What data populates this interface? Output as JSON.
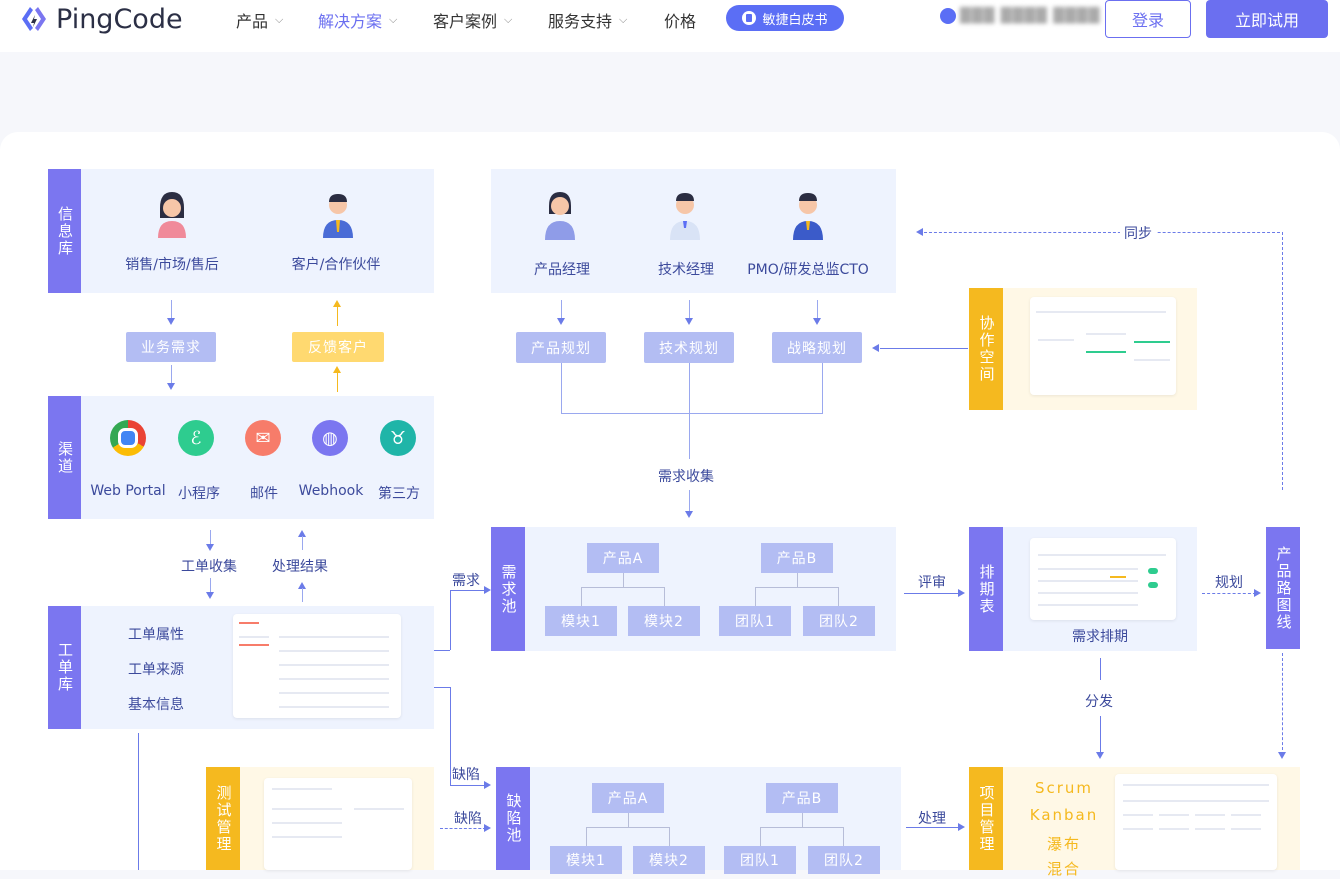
{
  "header": {
    "logo_text": "PingCode",
    "nav": [
      {
        "label": "产品",
        "has_dropdown": true
      },
      {
        "label": "解决方案",
        "has_dropdown": true,
        "active": true
      },
      {
        "label": "客户案例",
        "has_dropdown": true
      },
      {
        "label": "服务支持",
        "has_dropdown": true
      },
      {
        "label": "价格",
        "has_dropdown": false
      }
    ],
    "whitepaper_label": "敏捷白皮书",
    "phone_blurred": "███ ████ ████",
    "login_label": "登录",
    "try_label": "立即试用",
    "accent_color": "#6b6ff0"
  },
  "diagram": {
    "info_lib": {
      "tab": "信息库",
      "roles": [
        "销售/市场/售后",
        "客户/合作伙伴"
      ]
    },
    "biz_req": "业务需求",
    "feedback": "反馈客户",
    "channels": {
      "tab": "渠道",
      "items": [
        "Web Portal",
        "小程序",
        "邮件",
        "Webhook",
        "第三方"
      ]
    },
    "ticket_collect": "工单收集",
    "process_result": "处理结果",
    "ticket_lib": {
      "tab": "工单库",
      "attrs": [
        "工单属性",
        "工单来源",
        "基本信息"
      ]
    },
    "leaders": {
      "roles": [
        "产品经理",
        "技术经理",
        "PMO/研发总监CTO"
      ],
      "plans": [
        "产品规划",
        "技术规划",
        "战略规划"
      ]
    },
    "collab": {
      "tab": "协作空间"
    },
    "sync": "同步",
    "req_collect": "需求收集",
    "req_flow": "需求",
    "req_pool": {
      "tab": "需求池",
      "productA": "产品A",
      "productB": "产品B",
      "modules": [
        "模块1",
        "模块2",
        "团队1",
        "团队2"
      ]
    },
    "review": "评审",
    "schedule": {
      "tab": "排期表",
      "label": "需求排期"
    },
    "plan": "规划",
    "roadmap": {
      "tab": "产品路图线"
    },
    "distribute": "分发",
    "defect1": "缺陷",
    "defect2": "缺陷",
    "test_mgmt": {
      "tab": "测试管理"
    },
    "bug_pool": {
      "tab": "缺陷池",
      "productA": "产品A",
      "productB": "产品B",
      "modules": [
        "模块1",
        "模块2",
        "团队1",
        "团队2"
      ]
    },
    "handle": "处理",
    "project_mgmt": {
      "tab": "项目管理",
      "methods": [
        "Scrum",
        "Kanban",
        "瀑布",
        "混合"
      ]
    }
  }
}
